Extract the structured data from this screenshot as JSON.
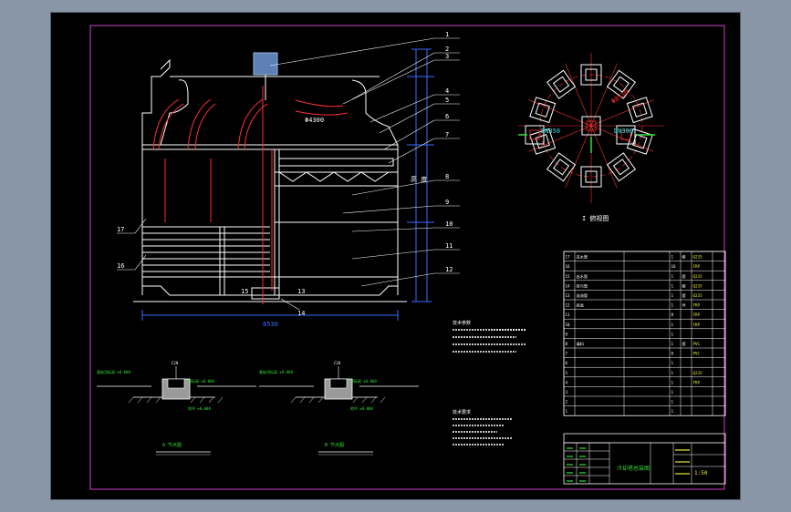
{
  "colors": {
    "viewport_bg": "#8996a8",
    "sheet_bg": "#000000",
    "frame": "#cc44cc",
    "geometry": "#ffffff",
    "centerline": "#ff3030",
    "leader": "#ffffff",
    "dimension": "#3a6bff",
    "table": "#ffffff",
    "accent_green": "#33dd33",
    "accent_yellow": "#e8e840",
    "accent_cyan": "#40e0e0",
    "motor": "#5d7fb3"
  },
  "elevation": {
    "callouts": [
      "1",
      "2",
      "3",
      "4",
      "5",
      "6",
      "7",
      "8",
      "9",
      "10",
      "11",
      "12"
    ],
    "callouts_left": [
      "17",
      "16"
    ],
    "callouts_bottom": [
      "15",
      "13",
      "14"
    ],
    "fan_dia": "Φ4300",
    "width_dim": "8530",
    "height_label": "高 度"
  },
  "plan": {
    "labels": [
      "DN350",
      "DN300",
      "Φ8530"
    ],
    "title": "I 俯视图"
  },
  "sections": [
    {
      "title": "A 节点图",
      "left_note": "基础顶标高 ±0.000",
      "right_note": "顶标高 ±0.000",
      "bottom_note": "地坪 ±0.000"
    },
    {
      "title": "B 节点图",
      "left_note": "基础顶标高 ±0.000",
      "right_note": "顶标高 ±0.000",
      "bottom_note": "地坪 ±0.000"
    }
  ],
  "notes": {
    "title1": "技术参数",
    "title2": "技术要求"
  },
  "bom": {
    "rows": [
      [
        "17",
        "进水管",
        "",
        "1",
        "套",
        "Q235",
        ""
      ],
      [
        "16",
        "",
        "",
        "16",
        "",
        "FRP",
        ""
      ],
      [
        "15",
        "出水管",
        "",
        "1",
        "套",
        "Q235",
        ""
      ],
      [
        "14",
        "排污管",
        "",
        "1",
        "套",
        "Q235",
        ""
      ],
      [
        "13",
        "溢流管",
        "",
        "1",
        "套",
        "Q235",
        ""
      ],
      [
        "12",
        "底盆",
        "",
        "1",
        "件",
        "FRP",
        ""
      ],
      [
        "11",
        "",
        "",
        "8",
        "",
        "FRP",
        ""
      ],
      [
        "10",
        "",
        "",
        "1",
        "",
        "FRP",
        ""
      ],
      [
        "9",
        "",
        "",
        "1",
        "",
        "",
        ""
      ],
      [
        "8",
        "填料",
        "",
        "1",
        "套",
        "PVC",
        ""
      ],
      [
        "7",
        "",
        "",
        "8",
        "",
        "PVC",
        ""
      ],
      [
        "6",
        "",
        "",
        "1",
        "",
        "",
        ""
      ],
      [
        "5",
        "",
        "",
        "1",
        "",
        "Q235",
        ""
      ],
      [
        "4",
        "",
        "",
        "1",
        "",
        "FRP",
        ""
      ],
      [
        "3",
        "",
        "",
        "1",
        "",
        "",
        ""
      ],
      [
        "2",
        "",
        "",
        "1",
        "",
        "",
        ""
      ],
      [
        "1",
        "",
        "",
        "1",
        "",
        "",
        ""
      ]
    ]
  },
  "title_block": {
    "drawing_name": "冷却塔总装图",
    "scale_label": "1:50"
  }
}
